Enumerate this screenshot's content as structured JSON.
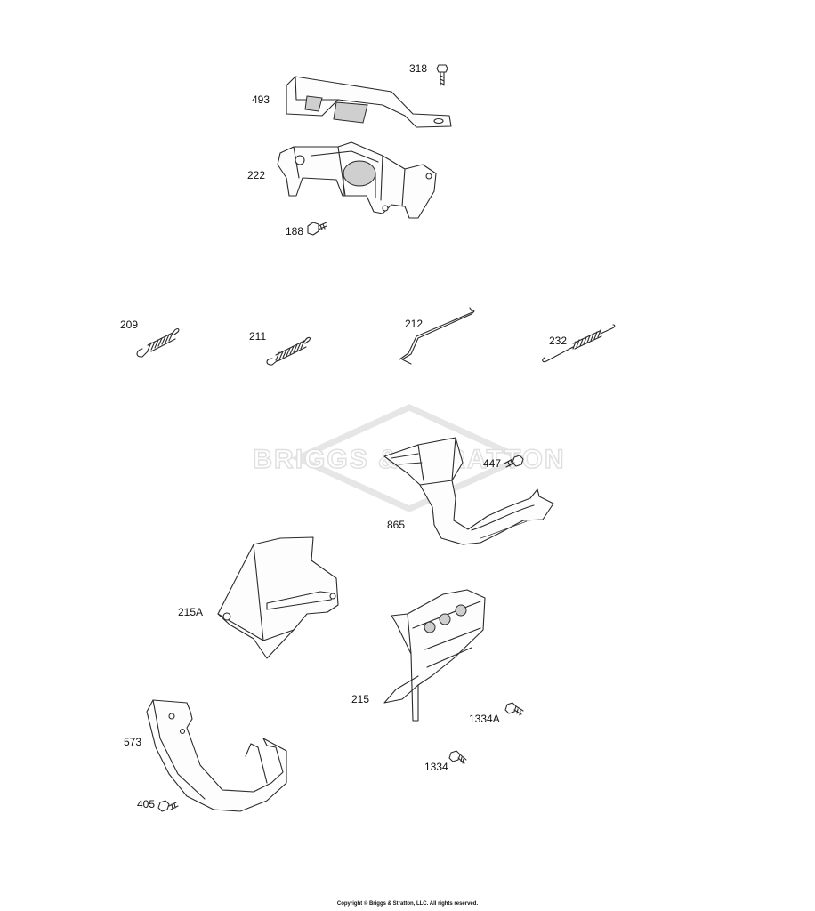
{
  "watermark": {
    "text": "BRIGGS & STRATTON"
  },
  "callouts": {
    "c318": "318",
    "c493": "493",
    "c222": "222",
    "c188": "188",
    "c209": "209",
    "c211": "211",
    "c212": "212",
    "c232": "232",
    "c447": "447",
    "c865": "865",
    "c215A": "215A",
    "c215": "215",
    "c1334A": "1334A",
    "c1334": "1334",
    "c573": "573",
    "c405": "405"
  },
  "footer": {
    "copyright": "Copyright © Briggs & Stratton, LLC. All rights reserved."
  }
}
